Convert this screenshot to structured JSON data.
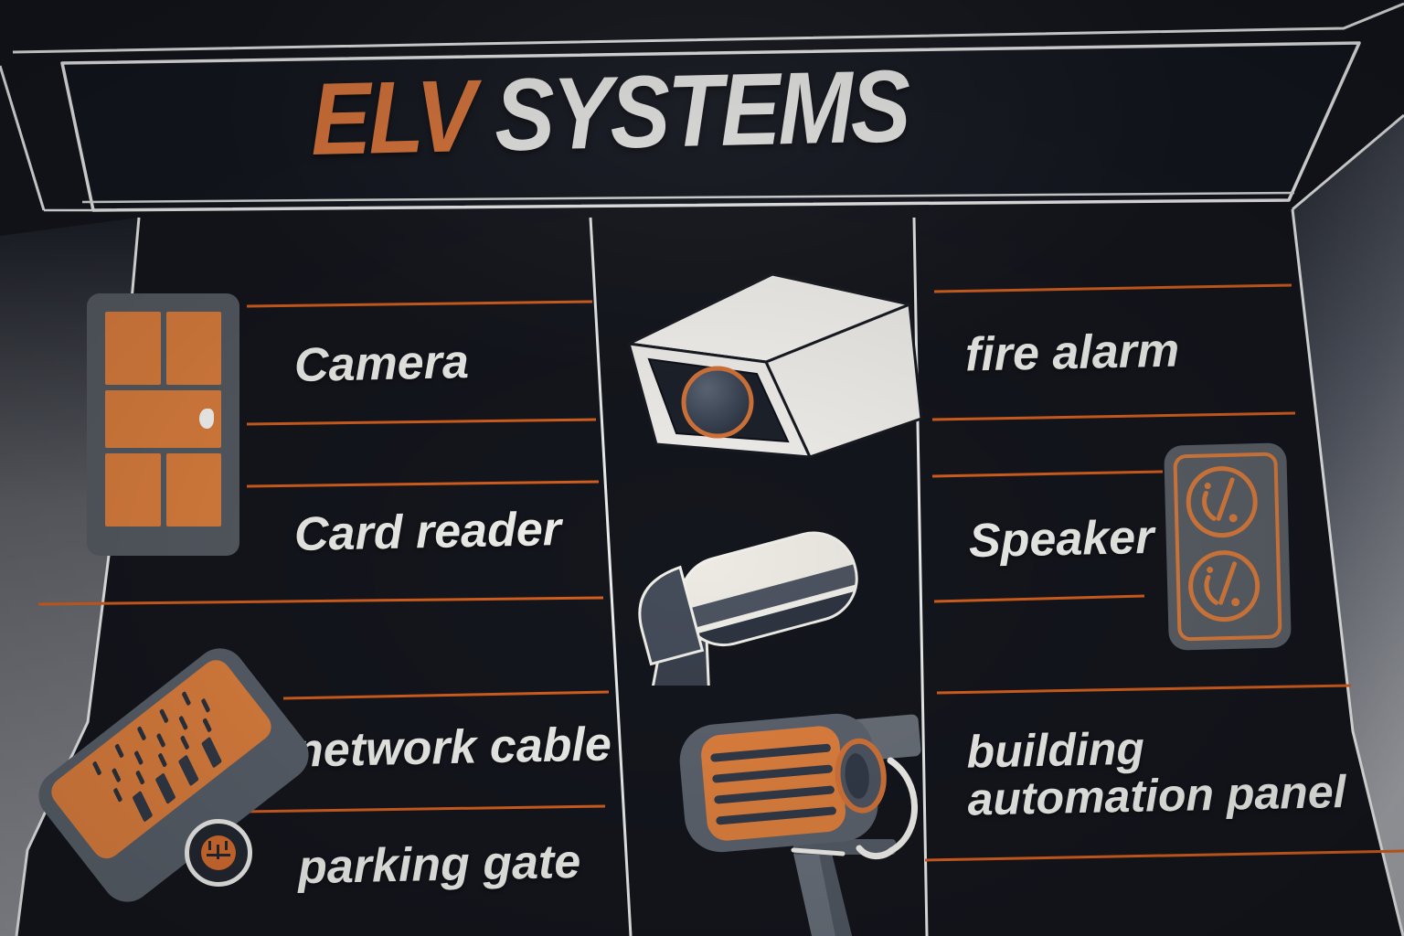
{
  "header": {
    "title_accent": "ELV",
    "title_rest": "SYSTEMS"
  },
  "labels": {
    "camera": "Camera",
    "card_reader": "Card reader",
    "network_cable": "network cable",
    "parking_gate": "parking gate",
    "fire_alarm": "fire alarm",
    "speaker": "Speaker",
    "building_automation_panel": "building automation panel"
  },
  "icons": [
    "door-icon",
    "network-switch-icon",
    "chip-badge-icon",
    "cctv-camera-icon",
    "speed-bump-icon",
    "pole-camera-icon",
    "speaker-panel-icon"
  ],
  "colors": {
    "accent_orange": "#e0813f",
    "title_orange": "#e0783c",
    "separator_orange": "#d6601f",
    "text_white": "#f2f2f0",
    "background_dark": "#14161d",
    "icon_gray": "#5b6169",
    "wall_gray": "#8f9197"
  }
}
